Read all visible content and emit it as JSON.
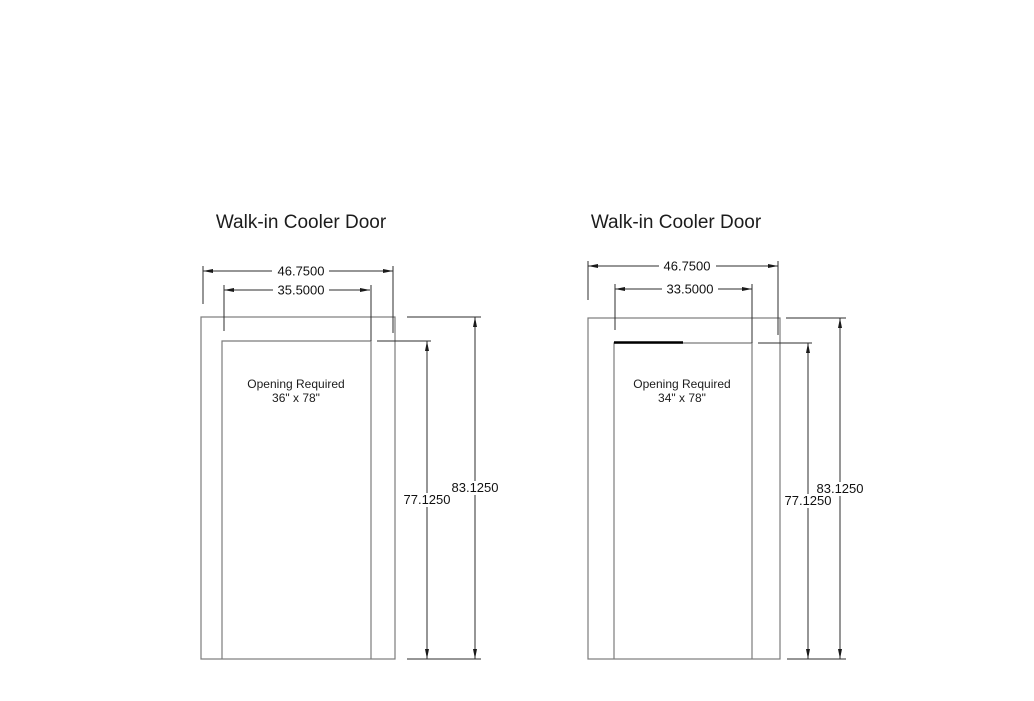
{
  "page": {
    "background": "#ffffff",
    "description": "Walk-in cooler door shop drawing with two door elevations and dimensions"
  },
  "colors": {
    "frame_line": "#7b7b7b",
    "dimension_line": "#2e2e2e",
    "door_head_line": "#000000",
    "text": "#000000",
    "background": "#ffffff"
  },
  "doors": [
    {
      "title": "Walk-in Cooler Door",
      "dims": {
        "outer_width": "46.7500",
        "inner_width": "35.5000",
        "inner_height": "77.1250",
        "outer_height": "83.1250"
      },
      "opening": {
        "line1": "Opening Required",
        "line2": "36\" x 78\""
      }
    },
    {
      "title": "Walk-in Cooler Door",
      "dims": {
        "outer_width": "46.7500",
        "inner_width": "33.5000",
        "inner_height": "77.1250",
        "outer_height": "83.1250"
      },
      "opening": {
        "line1": "Opening Required",
        "line2": "34\" x 78\""
      }
    }
  ]
}
